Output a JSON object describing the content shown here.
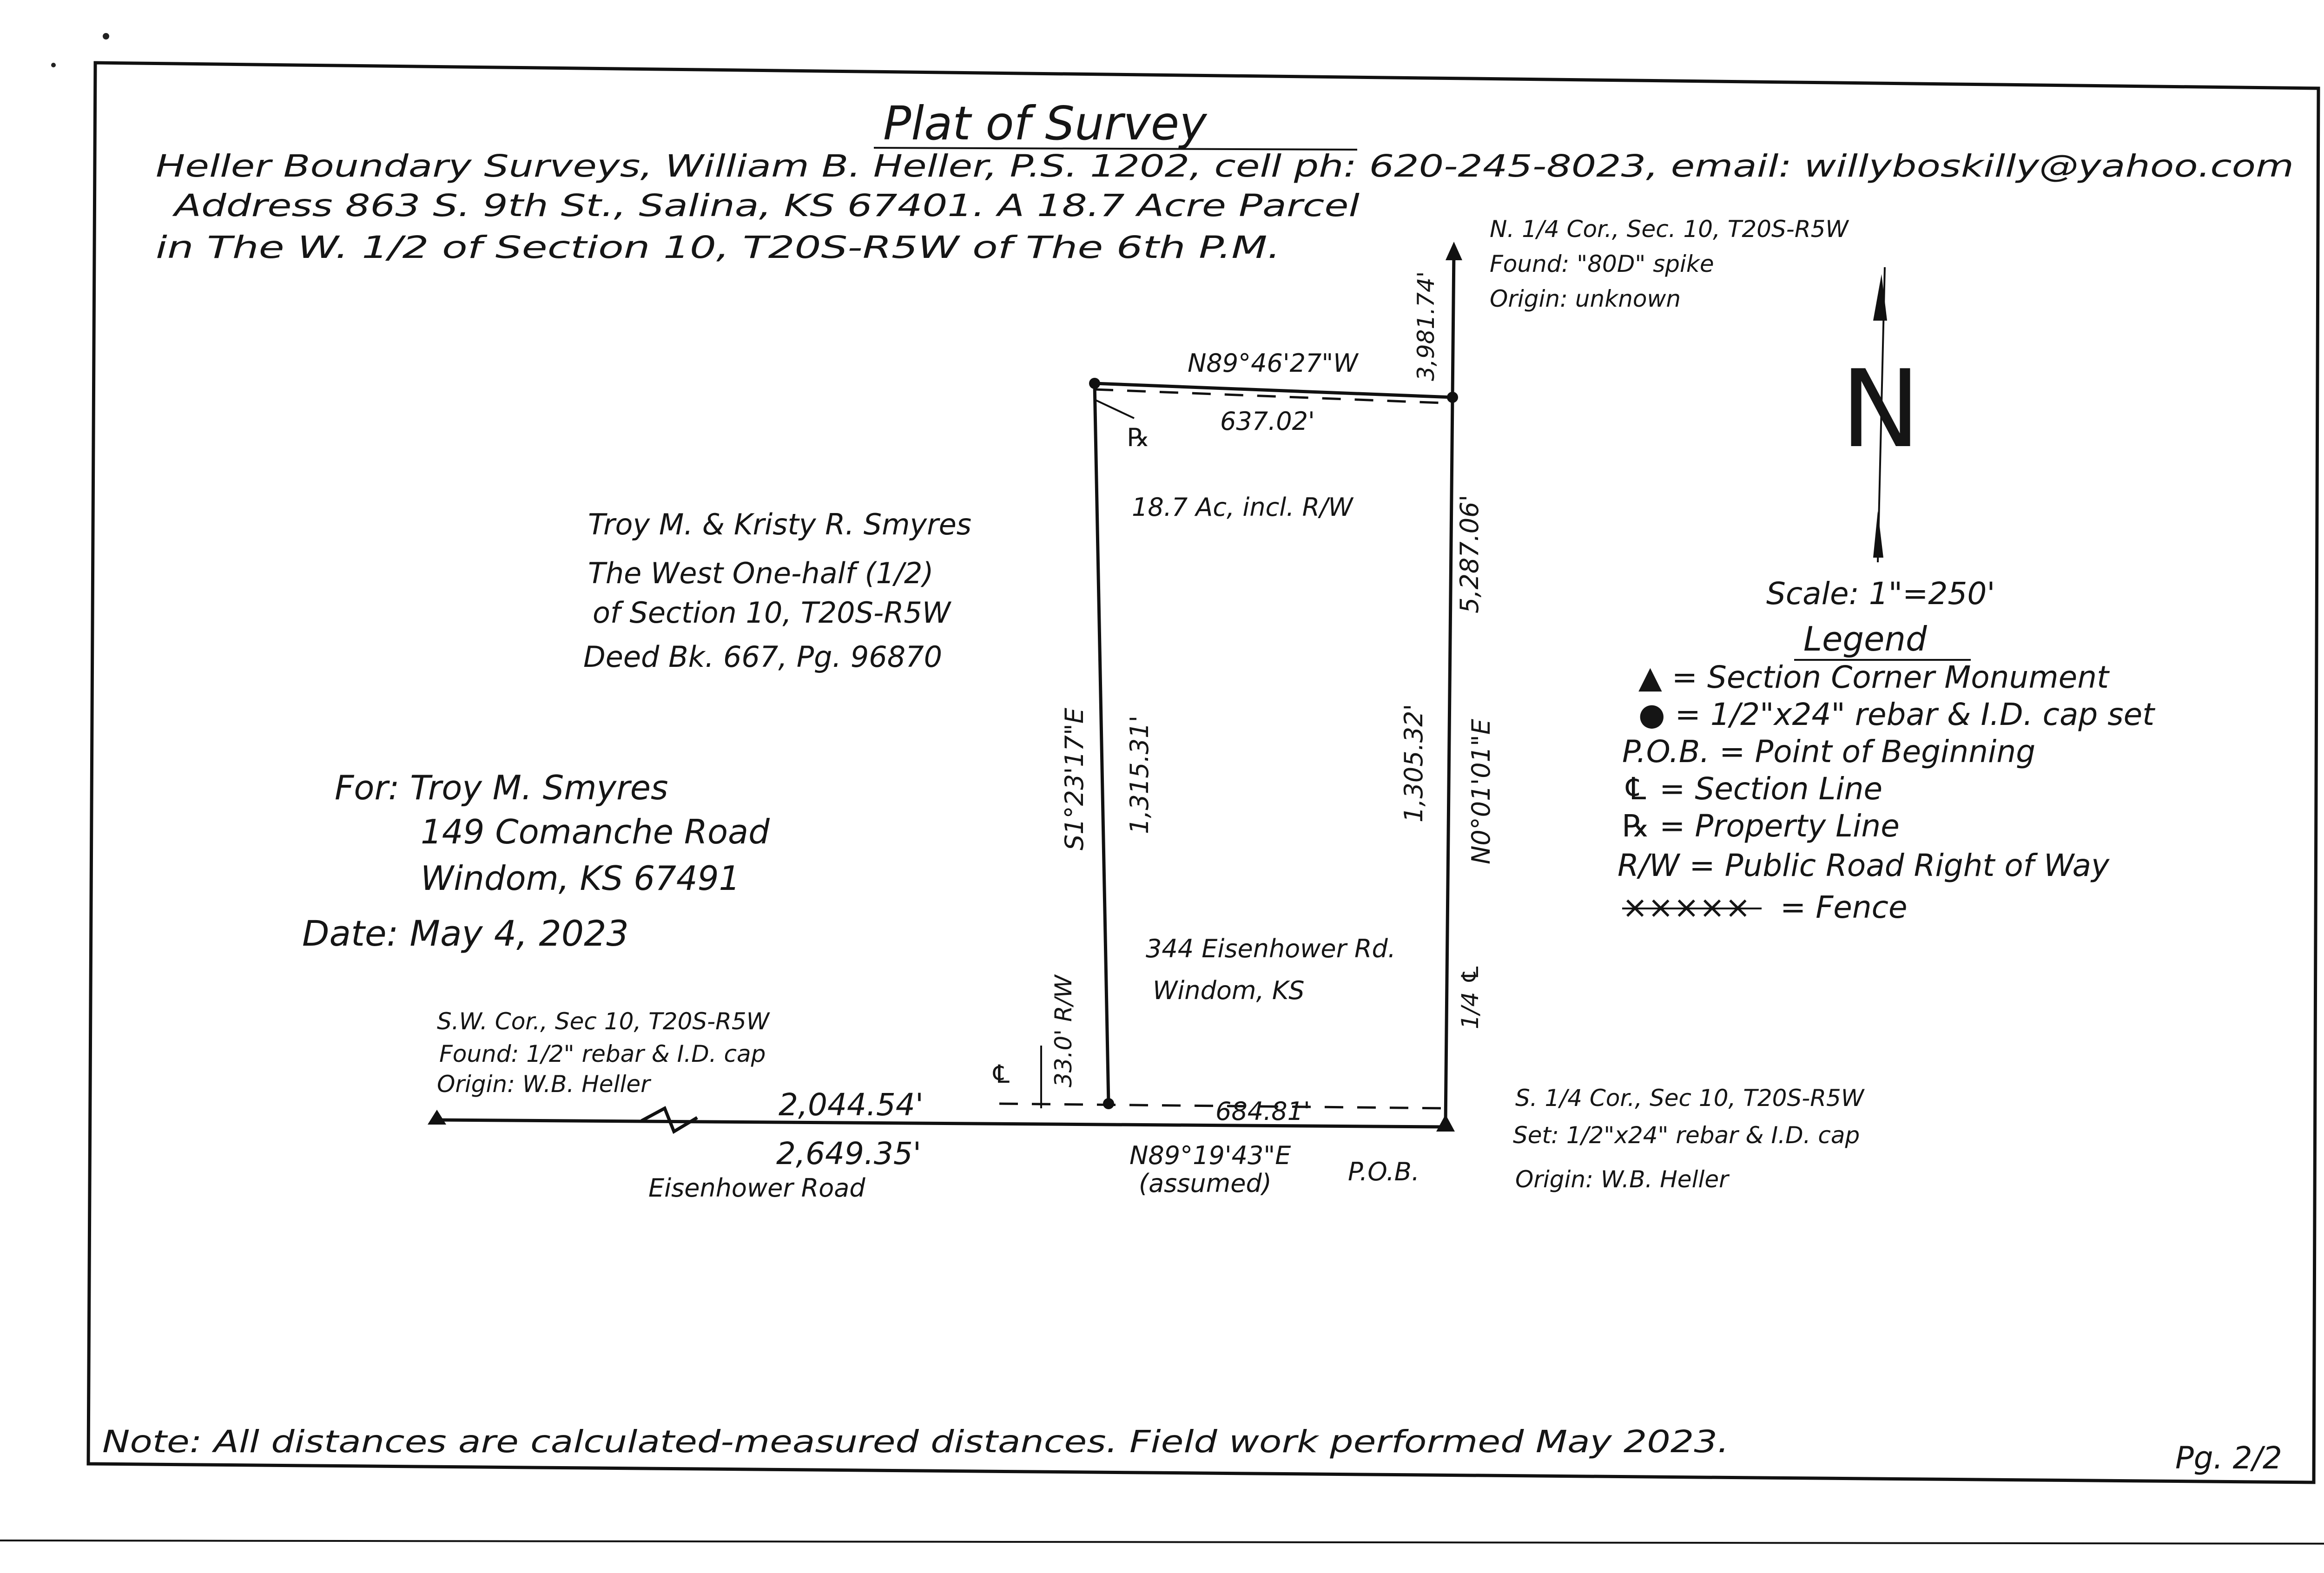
{
  "title": "Plat of Survey",
  "header": {
    "line1": "Heller Boundary Surveys, William B. Heller, P.S. 1202, cell ph: 620-245-8023, email: willyboskilly@yahoo.com",
    "line2": "Address 863 S. 9th St., Salina, KS 67401. A 18.7 Acre Parcel",
    "line3": "in The W. 1/2 of Section 10, T20S-R5W of The 6th P.M."
  },
  "owner": {
    "name": "Troy M. & Kristy R. Smyres",
    "desc1": "The West One-half (1/2)",
    "desc2": "of Section 10, T20S-R5W",
    "deed": "Deed Bk. 667, Pg. 96870"
  },
  "client": {
    "for_line": "For: Troy M. Smyres",
    "street": "149 Comanche Road",
    "city": "Windom, KS 67491",
    "date": "Date: May 4, 2023"
  },
  "plat": {
    "north_bearing": "N89°46'27\"W",
    "north_dist": "637.02'",
    "west_bearing": "S1°23'17\"E",
    "west_dist": "1,315.31'",
    "east_dist": "1,305.32'",
    "east_bearing": "N0°01'01\"E",
    "section_line_dist": "5,287.06'",
    "north_extension": "3,981.74'",
    "south_dist": "684.81'",
    "south_bearing": "N89°19'43\"E",
    "assumed": "(assumed)",
    "pob": "P.O.B.",
    "acreage": "18.7 Ac, incl. R/W",
    "address_line1": "344 Eisenhower Rd.",
    "address_line2": "Windom, KS",
    "rw_width": "33.0' R/W",
    "west_road_dist1": "2,044.54'",
    "west_road_dist2": "2,649.35'",
    "road_name": "Eisenhower Road",
    "quarter_line": "1/4 ℄",
    "pl_symbol": "℞",
    "cl_symbol": "℄"
  },
  "corners": {
    "north": {
      "line1": "N. 1/4 Cor., Sec. 10, T20S-R5W",
      "line2": "Found: \"80D\" spike",
      "line3": "Origin: unknown"
    },
    "southwest": {
      "line1": "S.W. Cor., Sec 10, T20S-R5W",
      "line2": "Found: 1/2\" rebar & I.D. cap",
      "line3": "Origin: W.B. Heller"
    },
    "south": {
      "line1": "S. 1/4 Cor., Sec 10, T20S-R5W",
      "line2": "Set: 1/2\"x24\" rebar & I.D. cap",
      "line3": "Origin: W.B. Heller"
    }
  },
  "scale": "Scale: 1\"=250'",
  "legend": {
    "title": "Legend",
    "items": [
      "▲ = Section Corner Monument",
      "● = 1/2\"x24\" rebar & I.D. cap set",
      "P.O.B. = Point of Beginning",
      "℄ = Section Line",
      "℞ = Property Line",
      "R/W = Public Road Right of Way",
      "= Fence"
    ],
    "fence_symbol": "×××××"
  },
  "note": "Note: All distances are calculated-measured distances. Field work performed May 2023.",
  "page": "Pg. 2/2",
  "north_arrow_letter": "N"
}
